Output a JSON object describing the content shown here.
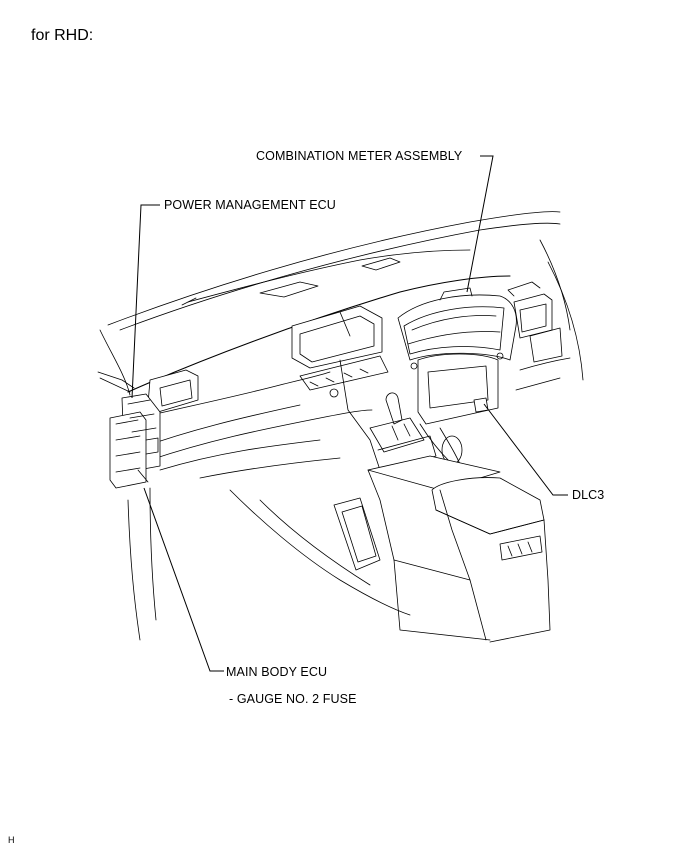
{
  "heading": "for RHD:",
  "labels": {
    "combination_meter": "COMBINATION METER ASSEMBLY",
    "power_management_ecu": "POWER MANAGEMENT ECU",
    "dlc3": "DLC3",
    "main_body_ecu": "MAIN BODY ECU",
    "gauge_fuse": "- GAUGE NO. 2 FUSE"
  },
  "figure_code": "H"
}
